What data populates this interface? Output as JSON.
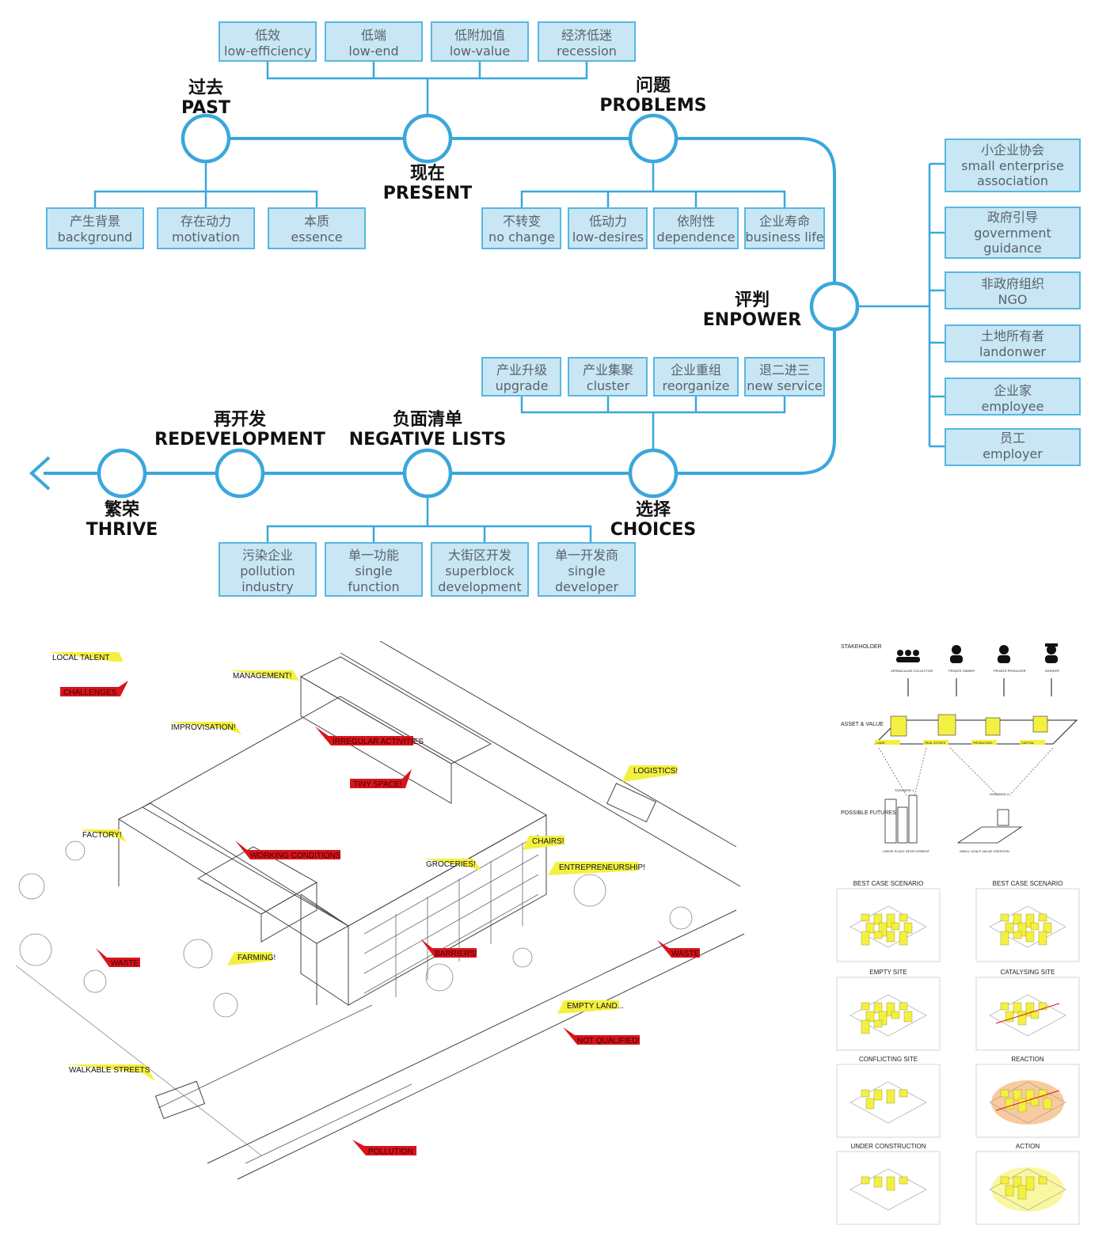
{
  "flow": {
    "nodes": {
      "past": {
        "zh": "过去",
        "en": "PAST"
      },
      "present": {
        "zh": "现在",
        "en": "PRESENT"
      },
      "problems": {
        "zh": "问题",
        "en": "PROBLEMS"
      },
      "enpower": {
        "zh": "评判",
        "en": "ENPOWER"
      },
      "choices": {
        "zh": "选择",
        "en": "CHOICES"
      },
      "negative": {
        "zh": "负面清单",
        "en": "NEGATIVE LISTS"
      },
      "redevelopment": {
        "zh": "再开发",
        "en": "REDEVELOPMENT"
      },
      "thrive": {
        "zh": "繁荣",
        "en": "THRIVE"
      }
    },
    "present_boxes": [
      {
        "zh": "低效",
        "en": "low-efficiency"
      },
      {
        "zh": "低端",
        "en": "low-end"
      },
      {
        "zh": "低附加值",
        "en": "low-value"
      },
      {
        "zh": "经济低迷",
        "en": "recession"
      }
    ],
    "past_boxes": [
      {
        "zh": "产生背景",
        "en": "background"
      },
      {
        "zh": "存在动力",
        "en": "motivation"
      },
      {
        "zh": "本质",
        "en": "essence"
      }
    ],
    "problem_boxes": [
      {
        "zh": "不转变",
        "en": "no change"
      },
      {
        "zh": "低动力",
        "en": "low-desires"
      },
      {
        "zh": "依附性",
        "en": "dependence"
      },
      {
        "zh": "企业寿命",
        "en": "business life"
      }
    ],
    "enpower_boxes": [
      {
        "zh": "小企业协会",
        "en": "small enterprise",
        "en2": "association"
      },
      {
        "zh": "政府引导",
        "en": "government",
        "en2": "guidance"
      },
      {
        "zh": "非政府组织",
        "en": "NGO"
      },
      {
        "zh": "土地所有者",
        "en": "landonwer"
      },
      {
        "zh": "企业家",
        "en": "employee"
      },
      {
        "zh": "员工",
        "en": "employer"
      }
    ],
    "choice_boxes": [
      {
        "zh": "产业升级",
        "en": "upgrade"
      },
      {
        "zh": "产业集聚",
        "en": "cluster"
      },
      {
        "zh": "企业重组",
        "en": "reorganize"
      },
      {
        "zh": "退二进三",
        "en": "new service"
      }
    ],
    "negative_boxes": [
      {
        "zh": "污染企业",
        "en": "pollution",
        "en2": "industry"
      },
      {
        "zh": "单一功能",
        "en": "single",
        "en2": "function"
      },
      {
        "zh": "大街区开发",
        "en": "superblock",
        "en2": "development"
      },
      {
        "zh": "单一开发商",
        "en": "single",
        "en2": "developer"
      }
    ]
  },
  "axon": {
    "yellow_tags": [
      "LOCAL TALENT",
      "MANAGEMENT!",
      "IMPROVISATION!",
      "LOGISTICS!",
      "FACTORY!",
      "CHAIRS!",
      "GROCERIES!",
      "ENTREPRENEURSHIP!",
      "FARMING!",
      "EMPTY LAND...",
      "WALKABLE STREETS"
    ],
    "red_tags": [
      "CHALLENGES",
      "IRREGULAR ACTIVITIES",
      "TINY SPACE!",
      "WORKING CONDITIONS",
      "WASTE",
      "BARRIERS!",
      "WASTE",
      "NOT QUALIFIED!",
      "POLLUTION"
    ]
  },
  "stakeholders": {
    "title": "STAKEHOLDER",
    "row_asset": "ASSET & VALUE",
    "row_futures": "POSSIBLE FUTURES",
    "actors": [
      "VERNACULAR COLLECTIVE",
      "PRIVATE OWNER",
      "PRIVATE PRODUCER",
      "WORKER"
    ],
    "assets": [
      "LAND",
      "REAL ESTATE",
      "PRODUCING",
      "CAPITAL"
    ],
    "futures": [
      "LARGE SCALE DEVELOPMENT",
      "SMALL SCALE VALUE CREATION"
    ],
    "scenario_labels": [
      "SCENARIO 1",
      "SCENARIO 2"
    ]
  },
  "scenarios": [
    "BEST CASE SCENARIO",
    "BEST CASE SCENARIO",
    "EMPTY SITE",
    "CATALYSING SITE",
    "CONFLICTING SITE",
    "REACTION",
    "UNDER CONSTRUCTION",
    "ACTION"
  ],
  "colors": {
    "blue": "#3aa7dc",
    "box_fill": "#c9e6f4",
    "yellow": "#f4f041",
    "red": "#d8141c"
  }
}
